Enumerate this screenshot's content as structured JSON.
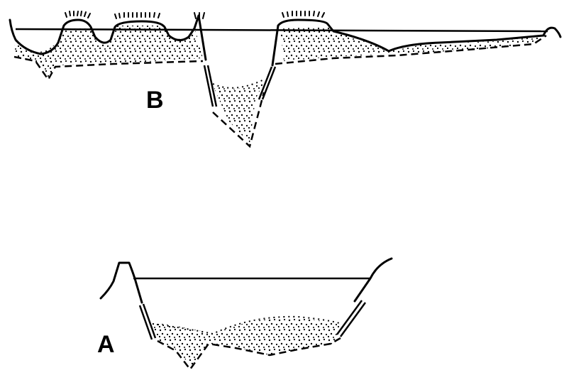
{
  "diagram": {
    "panels": [
      {
        "id": "B",
        "label": "B"
      },
      {
        "id": "A",
        "label": "A"
      }
    ],
    "colors": {
      "ink": "#000000",
      "background": "#ffffff"
    }
  }
}
